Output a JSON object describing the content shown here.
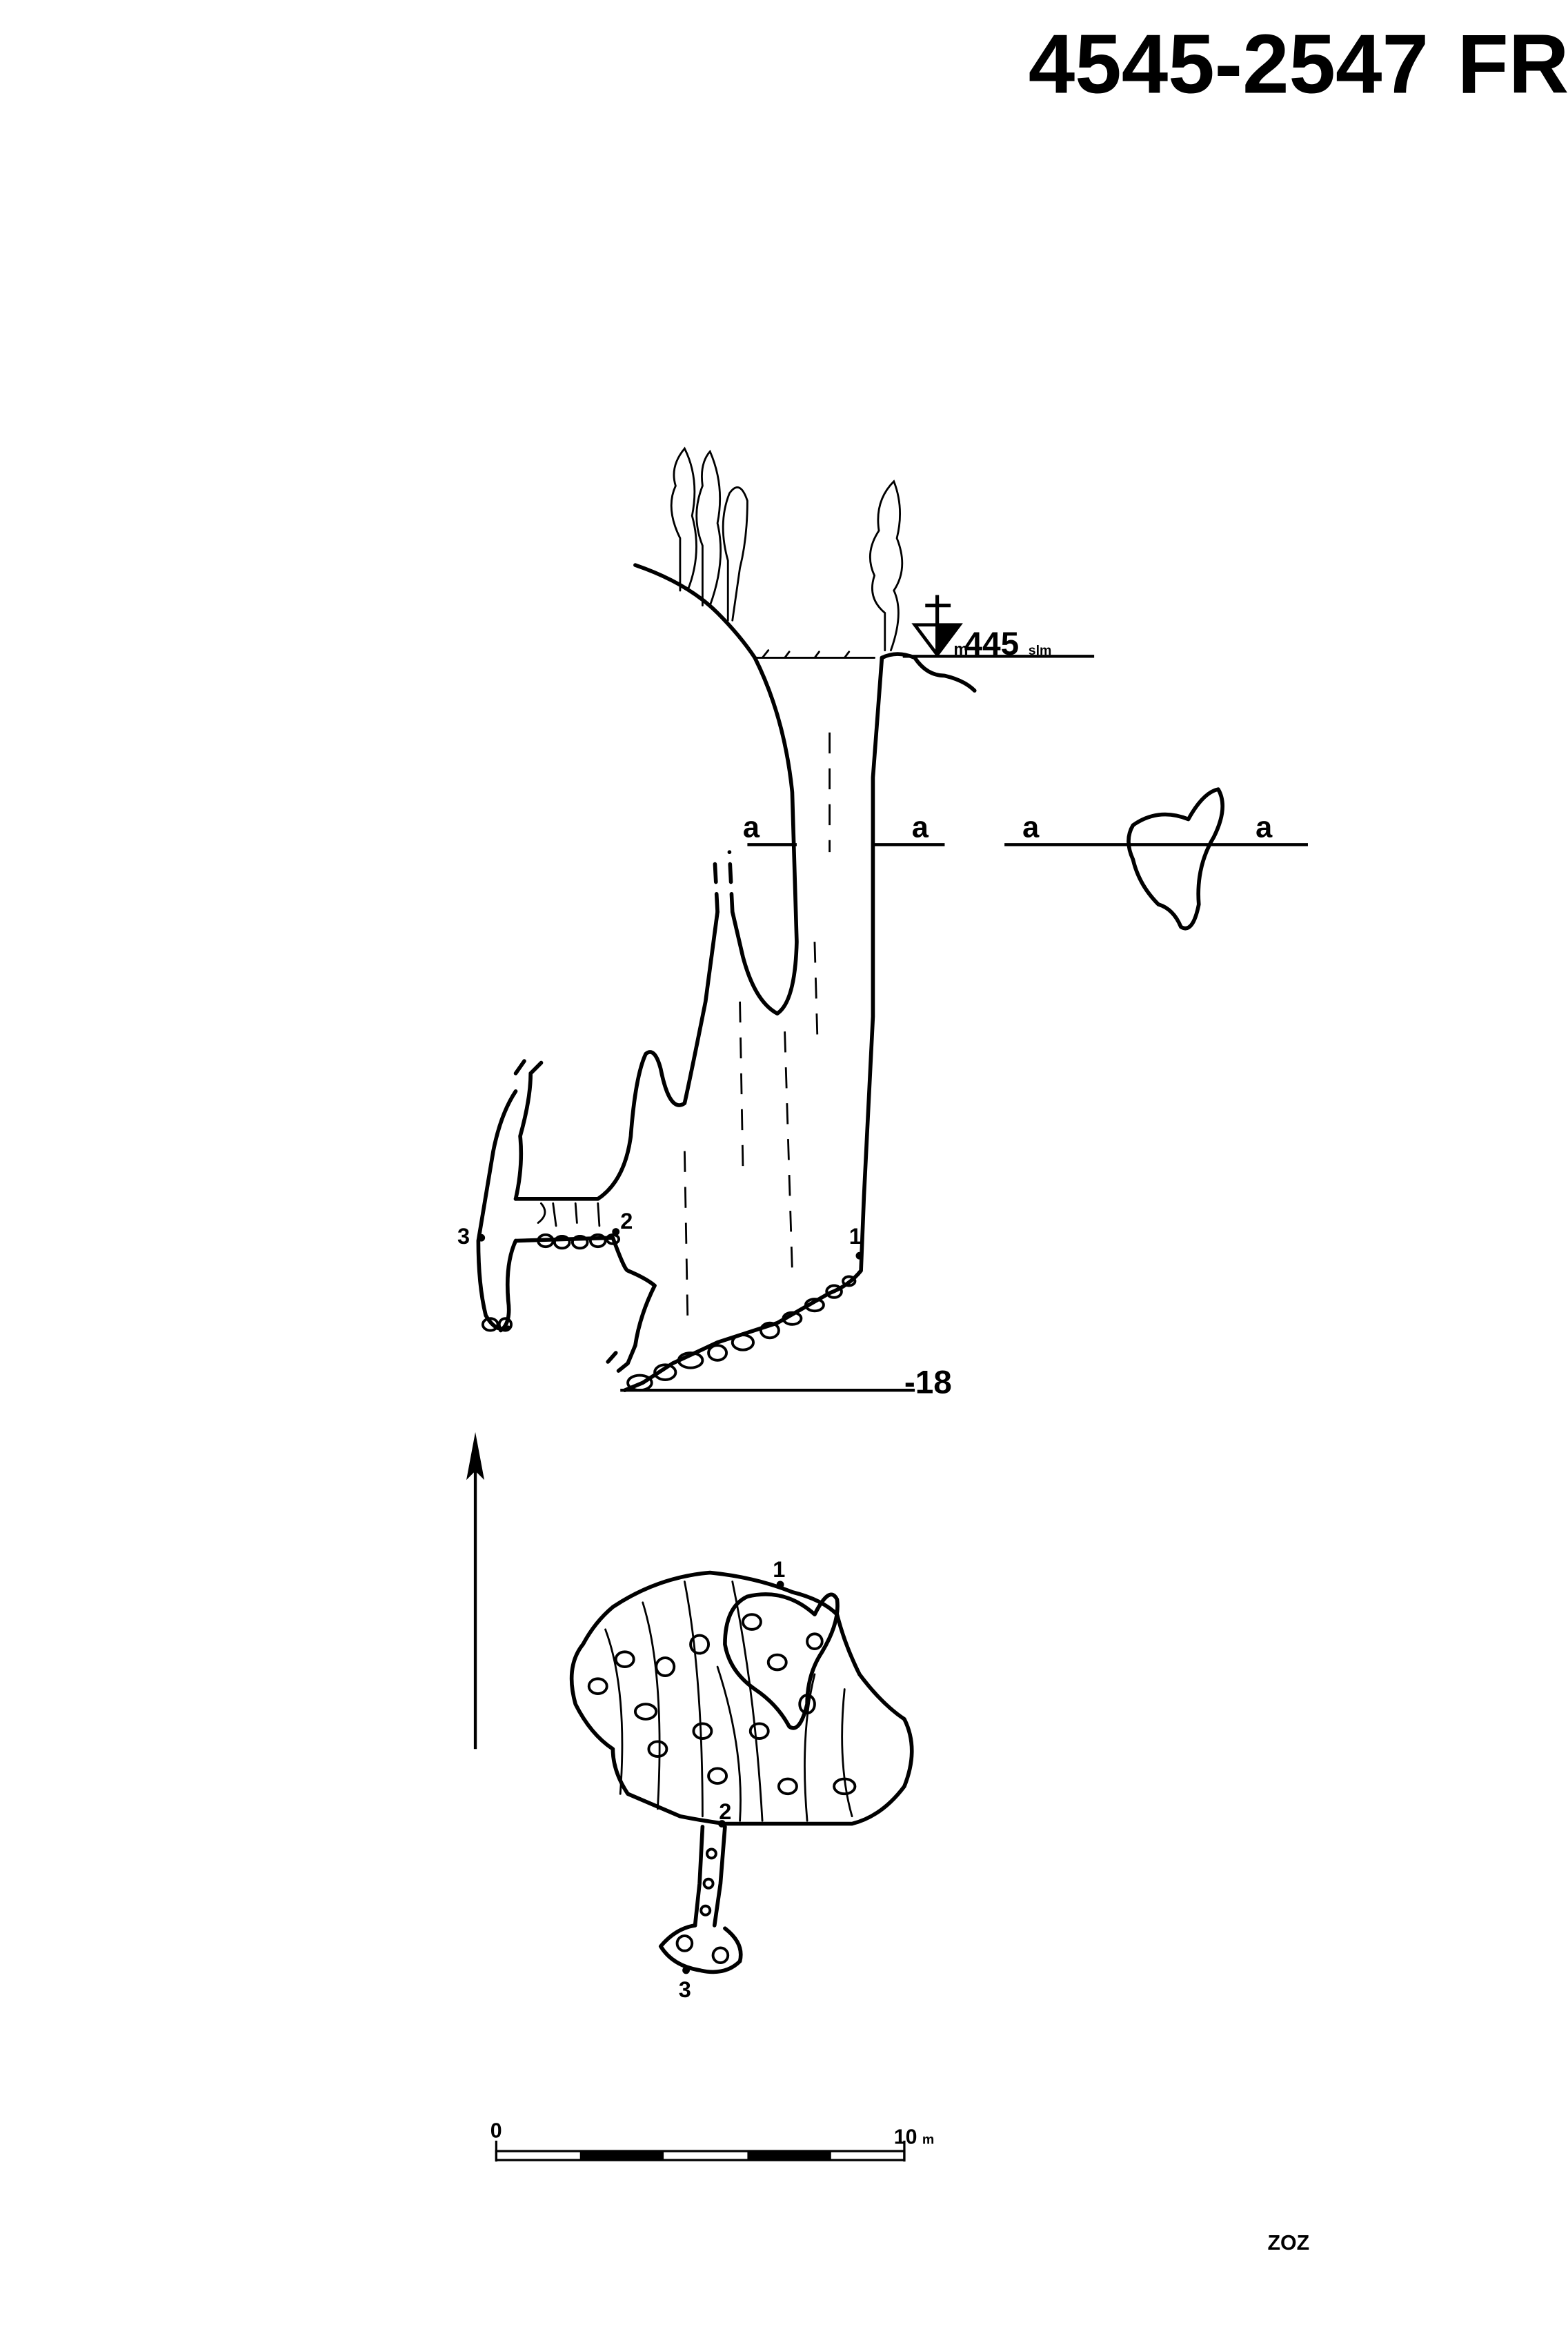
{
  "sheet": {
    "catalog_code": "4545-2547",
    "region_code": "FR",
    "author_initials": "ZOZ"
  },
  "profile": {
    "elevation_value": "445",
    "elevation_prefix": "m",
    "elevation_unit": "slm",
    "depth_label": "-18",
    "section_labels": [
      "a",
      "a"
    ],
    "station_labels": [
      "1",
      "2",
      "3"
    ]
  },
  "cross_section": {
    "labels": [
      "a",
      "a"
    ]
  },
  "plan": {
    "station_labels": [
      "1",
      "2",
      "3"
    ],
    "north_arrow": "north-arrow-icon"
  },
  "scale_bar": {
    "start_label": "0",
    "end_label": "10",
    "unit": "m"
  }
}
